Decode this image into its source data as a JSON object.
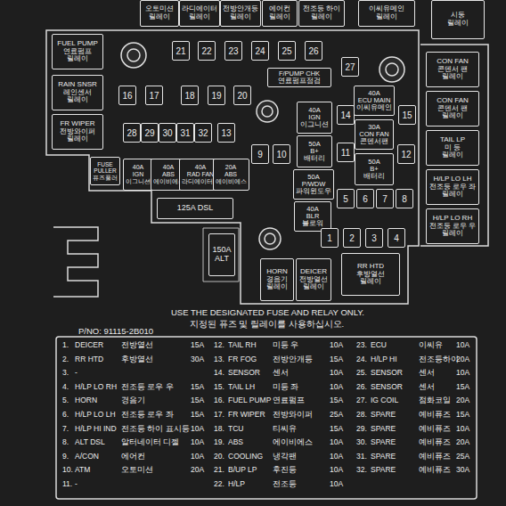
{
  "diagram": {
    "nodes": [
      {
        "text": [
          "오토미션",
          "릴레이"
        ]
      },
      {
        "text": [
          "라디에이터",
          "릴레이"
        ]
      },
      {
        "text": [
          "전방안개등",
          "릴레이"
        ]
      },
      {
        "text": [
          "에어컨",
          "릴레이"
        ]
      },
      {
        "text": [
          "전조등 하이",
          "릴레이"
        ]
      },
      {
        "text": [
          "이씨유메인",
          "릴레이"
        ]
      },
      {
        "text": [
          "시동",
          "릴레이"
        ]
      },
      {
        "text": [
          "FUEL PUMP",
          "연료펌프",
          "릴레이"
        ]
      },
      {
        "text": [
          "RAIN SNSR",
          "레인센서",
          "릴레이"
        ]
      },
      {
        "text": [
          "FR WIPER",
          "전방와이퍼",
          "릴레이"
        ]
      },
      {
        "text": [
          "FUSE",
          "PULLER",
          "퓨즈풀러"
        ]
      },
      {
        "text": [
          "21"
        ]
      },
      {
        "text": [
          "22"
        ]
      },
      {
        "text": [
          "23"
        ]
      },
      {
        "text": [
          "24"
        ]
      },
      {
        "text": [
          "25"
        ]
      },
      {
        "text": [
          "26"
        ]
      },
      {
        "text": [
          "27"
        ]
      },
      {
        "text": [
          "F/PUMP CHK",
          "연료펌프점검"
        ]
      },
      {
        "text": [
          "CON FAN",
          "콘덴서 팬",
          "릴레이"
        ]
      },
      {
        "text": [
          "16"
        ]
      },
      {
        "text": [
          "17"
        ]
      },
      {
        "text": [
          "18"
        ]
      },
      {
        "text": [
          "19"
        ]
      },
      {
        "text": [
          "20"
        ]
      },
      {
        "text": [
          "40A",
          "ECU MAIN",
          "이씨유메인"
        ]
      },
      {
        "text": [
          "14"
        ]
      },
      {
        "text": [
          "15"
        ]
      },
      {
        "text": [
          "CON FAN",
          "콘덴서 팬",
          "릴레이"
        ]
      },
      {
        "text": [
          "28"
        ]
      },
      {
        "text": [
          "29"
        ]
      },
      {
        "text": [
          "30"
        ]
      },
      {
        "text": [
          "31"
        ]
      },
      {
        "text": [
          "32"
        ]
      },
      {
        "text": [
          "13"
        ]
      },
      {
        "text": [
          "40A",
          "IGN",
          "이그니션"
        ]
      },
      {
        "text": [
          "30A",
          "CON FAN",
          "콘덴서팬"
        ]
      },
      {
        "text": [
          "TAIL LP",
          "미 등",
          "릴레이"
        ]
      },
      {
        "text": [
          "50A",
          "B+",
          "배터리"
        ]
      },
      {
        "text": [
          "9"
        ]
      },
      {
        "text": [
          "10"
        ]
      },
      {
        "text": [
          "11"
        ]
      },
      {
        "text": [
          "12"
        ]
      },
      {
        "text": [
          "50A",
          "B+",
          "배터리"
        ]
      },
      {
        "text": [
          "40A",
          "IGN",
          "이그니션"
        ]
      },
      {
        "text": [
          "40A",
          "ABS",
          "에이비에스"
        ]
      },
      {
        "text": [
          "40A",
          "RAD FAN",
          "라디에이터팬"
        ]
      },
      {
        "text": [
          "20A",
          "ABS",
          "에이비에스"
        ]
      },
      {
        "text": [
          "H/LP LO LH",
          "전조등 로우 좌",
          "릴레이"
        ]
      },
      {
        "text": [
          "50A",
          "P/WDW",
          "파워윈도우"
        ]
      },
      {
        "text": [
          "5"
        ]
      },
      {
        "text": [
          "6"
        ]
      },
      {
        "text": [
          "7"
        ]
      },
      {
        "text": [
          "8"
        ]
      },
      {
        "text": [
          "40A",
          "BLR",
          "블로워"
        ]
      },
      {
        "text": [
          "125A DSL"
        ]
      },
      {
        "text": [
          "H/LP LO RH",
          "전조등 로우 우",
          "릴레이"
        ]
      },
      {
        "text": [
          "1"
        ]
      },
      {
        "text": [
          "2"
        ]
      },
      {
        "text": [
          "3"
        ]
      },
      {
        "text": [
          "4"
        ]
      },
      {
        "text": [
          "150A",
          "ALT"
        ]
      },
      {
        "text": [
          "RR HTD",
          "후방열선",
          "릴레이"
        ]
      },
      {
        "text": [
          "HORN",
          "경음기",
          "릴레이"
        ]
      },
      {
        "text": [
          "DEICER",
          "전방열선",
          "릴레이"
        ]
      }
    ],
    "labels": [
      "USE THE DESIGNATED FUSE AND RELAY ONLY.",
      "지정된 퓨즈 및 릴레이를 사용하십시오.",
      "P/NO: 91115-2B010",
      "1.",
      "DEICER",
      "전방열선",
      "15A",
      "2.",
      "RR HTD",
      "후방열선",
      "30A",
      "3.",
      "-",
      "4.",
      "H/LP LO RH",
      "전조등 로우 우",
      "15A",
      "5.",
      "HORN",
      "경음기",
      "15A",
      "6.",
      "H/LP LO LH",
      "전조등 로우 좌",
      "15A",
      "7.",
      "H/LP HI IND",
      "전조등 하이 표시등",
      "10A",
      "8.",
      "ALT DSL",
      "알터네이터 디젤",
      "10A",
      "9.",
      "A/CON",
      "에어컨",
      "10A",
      "10.",
      "ATM",
      "오토미션",
      "20A",
      "11.",
      "-",
      "12.",
      "TAIL RH",
      "미등 우",
      "10A",
      "13.",
      "FR FOG",
      "전방안개등",
      "15A",
      "14.",
      "SENSOR",
      "센서",
      "10A",
      "15.",
      "TAIL LH",
      "미등 좌",
      "10A",
      "16.",
      "FUEL PUMP",
      "연료펌프",
      "15A",
      "17.",
      "FR WIPER",
      "전방와이퍼",
      "25A",
      "18.",
      "TCU",
      "티씨유",
      "15A",
      "19.",
      "ABS",
      "에이비에스",
      "10A",
      "20.",
      "COOLING",
      "냉각팬",
      "10A",
      "21.",
      "B/UP LP",
      "후진등",
      "10A",
      "22.",
      "H/LP",
      "전조등",
      "10A",
      "23.",
      "ECU",
      "이씨유",
      "10A",
      "24.",
      "H/LP HI",
      "전조등하이",
      "20A",
      "25.",
      "SENSOR",
      "센서",
      "10A",
      "26.",
      "SENSOR",
      "센서",
      "15A",
      "27.",
      "IG COIL",
      "점화코일",
      "20A",
      "28.",
      "SPARE",
      "예비퓨즈",
      "15A",
      "29.",
      "SPARE",
      "예비퓨즈",
      "10A",
      "30.",
      "SPARE",
      "예비퓨즈",
      "20A",
      "31.",
      "SPARE",
      "예비퓨즈",
      "25A",
      "32.",
      "SPARE",
      "예비퓨즈",
      "30A"
    ]
  }
}
